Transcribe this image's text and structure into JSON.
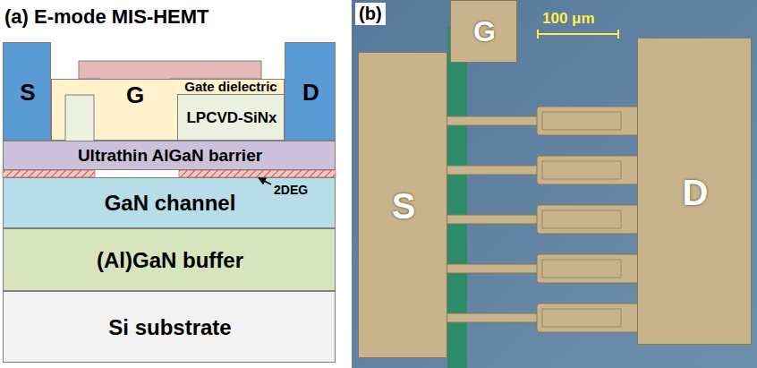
{
  "diagram": {
    "nodes": [
      {
        "text": [
          "S"
        ]
      },
      {
        "text": [
          "G"
        ]
      },
      {
        "text": [
          "D"
        ]
      },
      {
        "text": [
          "Gate dielectric"
        ]
      },
      {
        "text": [
          "LPCVD-SiNx"
        ]
      },
      {
        "text": [
          "Ultrathin AlGaN barrier"
        ]
      },
      {
        "text": [
          "GaN channel"
        ]
      },
      {
        "text": [
          "(Al)GaN buffer"
        ]
      },
      {
        "text": [
          "Si substrate"
        ]
      },
      {
        "text": [
          "G"
        ]
      },
      {
        "text": [
          "S"
        ]
      },
      {
        "text": [
          "D"
        ]
      }
    ],
    "edges": [],
    "labels": [
      "(a) E-mode MIS-HEMT",
      "2DEG",
      "(b)",
      "100 μm"
    ]
  }
}
